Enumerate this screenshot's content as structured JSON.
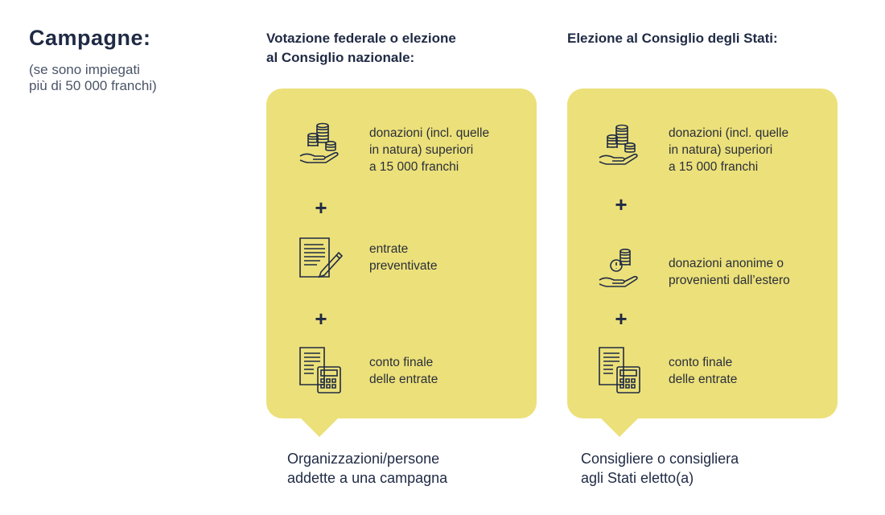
{
  "header": {
    "title": "Campagne:",
    "subtitle": "(se sono impiegati\npiù di 50 000 franchi)"
  },
  "columns": [
    {
      "title": "Votazione federale o elezione\nal Consiglio nazionale:",
      "items": [
        {
          "icon": "coins-hand-icon",
          "text": "donazioni (incl. quelle\nin natura) superiori\na 15 000 franchi"
        },
        {
          "icon": "document-pencil-icon",
          "text": "entrate\npreventivate"
        },
        {
          "icon": "document-calculator-icon",
          "text": "conto finale\ndelle entrate"
        }
      ],
      "operator": "+",
      "footer": "Organizzazioni/persone\naddette a una campagna"
    },
    {
      "title": "Elezione al Consiglio degli Stati:",
      "items": [
        {
          "icon": "coins-hand-icon",
          "text": "donazioni (incl. quelle\nin natura) superiori\na 15 000 franchi"
        },
        {
          "icon": "anonymous-coins-hand-icon",
          "text": "donazioni anonime o\nprovenienti dall’estero"
        },
        {
          "icon": "document-calculator-icon",
          "text": "conto finale\ndelle entrate"
        }
      ],
      "operator": "+",
      "footer": "Consigliere o consigliera\nagli Stati eletto(a)"
    }
  ],
  "colors": {
    "bubble": "#ece07a",
    "text": "#1f2a44"
  }
}
